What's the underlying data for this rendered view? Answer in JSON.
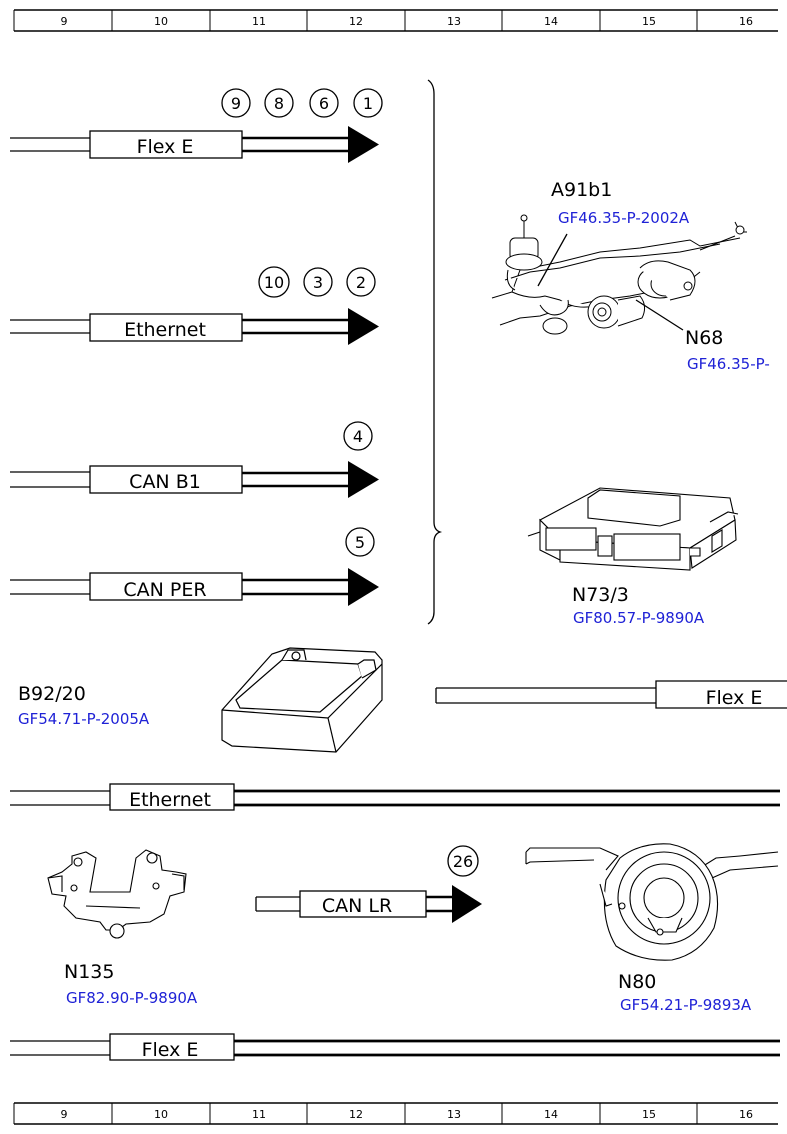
{
  "ruler": {
    "columns": [
      "9",
      "10",
      "11",
      "12",
      "13",
      "14",
      "15",
      "16"
    ]
  },
  "buses": {
    "flex_e_top": {
      "label": "Flex E",
      "connectors": [
        "9",
        "8",
        "6",
        "1"
      ]
    },
    "ethernet_top": {
      "label": "Ethernet",
      "connectors": [
        "10",
        "3",
        "2"
      ]
    },
    "can_b1": {
      "label": "CAN B1",
      "connectors": [
        "4"
      ]
    },
    "can_per": {
      "label": "CAN PER",
      "connectors": [
        "5"
      ]
    },
    "flex_e_right": {
      "label": "Flex E"
    },
    "ethernet_mid": {
      "label": "Ethernet"
    },
    "can_lr": {
      "label": "CAN LR",
      "connectors": [
        "26"
      ]
    },
    "flex_e_bottom": {
      "label": "Flex E"
    }
  },
  "components": {
    "a91b1": {
      "name": "A91b1",
      "code": "GF46.35-P-2002A"
    },
    "n68": {
      "name": "N68",
      "code": "GF46.35-P-"
    },
    "n73_3": {
      "name": "N73/3",
      "code": "GF80.57-P-9890A"
    },
    "b92_20": {
      "name": "B92/20",
      "code": "GF54.71-P-2005A"
    },
    "n135": {
      "name": "N135",
      "code": "GF82.90-P-9890A"
    },
    "n80": {
      "name": "N80",
      "code": "GF54.21-P-9893A"
    }
  },
  "colors": {
    "line": "#000000",
    "code_text": "#1f22d6",
    "background": "#ffffff"
  }
}
